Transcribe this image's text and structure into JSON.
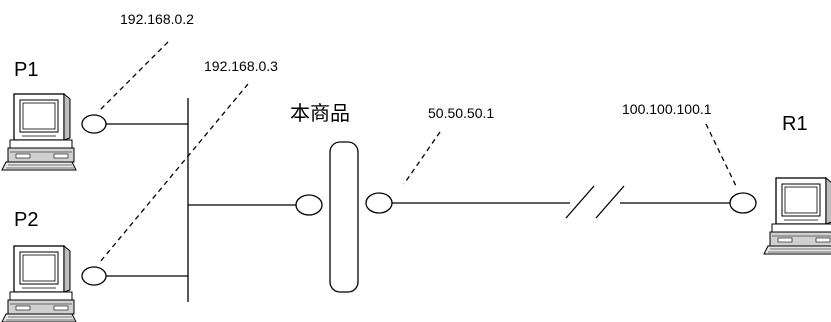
{
  "labels": {
    "p1_ip": "192.168.0.2",
    "p2_ip": "192.168.0.3",
    "p1": "P1",
    "p2": "P2",
    "device": "本商品",
    "wan_ip": "50.50.50.1",
    "r1_ip": "100.100.100.1",
    "r1": "R1"
  },
  "icons": {
    "computer": "desktop-computer-icon"
  }
}
